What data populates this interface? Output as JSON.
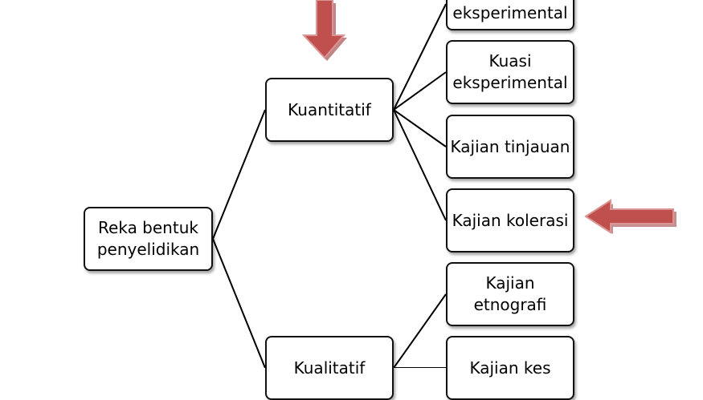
{
  "root": {
    "label": "Reka bentuk\npenyelidikan"
  },
  "branches": {
    "quantitative": {
      "label": "Kuantitatif"
    },
    "qualitative": {
      "label": "Kualitatif"
    }
  },
  "leaves": {
    "experimental": {
      "label": "eksperimental"
    },
    "quasi_experimental": {
      "label": "Kuasi\neksperimental"
    },
    "survey": {
      "label": "Kajian tinjauan"
    },
    "correlation": {
      "label": "Kajian kolerasi"
    },
    "ethnography": {
      "label": "Kajian\netnografi"
    },
    "case_study": {
      "label": "Kajian kes"
    }
  },
  "colors": {
    "arrow_fill": "#c0504d",
    "arrow_shadow": "#943634"
  }
}
